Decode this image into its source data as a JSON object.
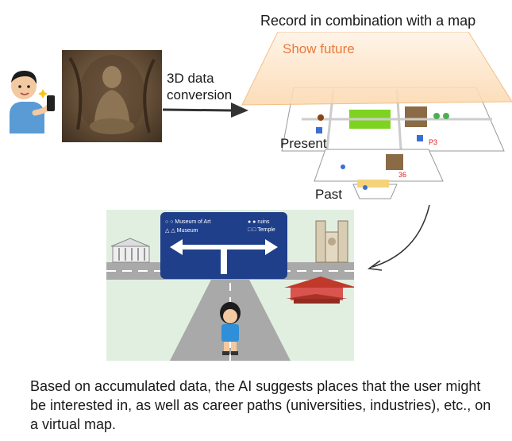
{
  "texts": {
    "title": "Record in combination with a map",
    "conversion_line1": "3D data",
    "conversion_line2": "conversion",
    "layer_future": "Show future",
    "layer_present": "Present",
    "layer_past": "Past",
    "caption": "Based on accumulated data, the AI suggests places that the user might be interested in, as well as career paths (universities, industries), etc., on a virtual map."
  },
  "sign": {
    "left_top": "Museum of Art",
    "left_bottom": "Museum",
    "right_top": "ruins",
    "right_bottom": "Temple"
  },
  "map_labels": {
    "label_p3": "P3",
    "label_36": "36"
  },
  "colors": {
    "future_layer": "#fcd9b0",
    "future_text": "#e87a3c",
    "sign_blue": "#1f3f8a",
    "arrow": "#333333",
    "scene_bg": "#e1efe1",
    "road": "#a9a9a9"
  }
}
